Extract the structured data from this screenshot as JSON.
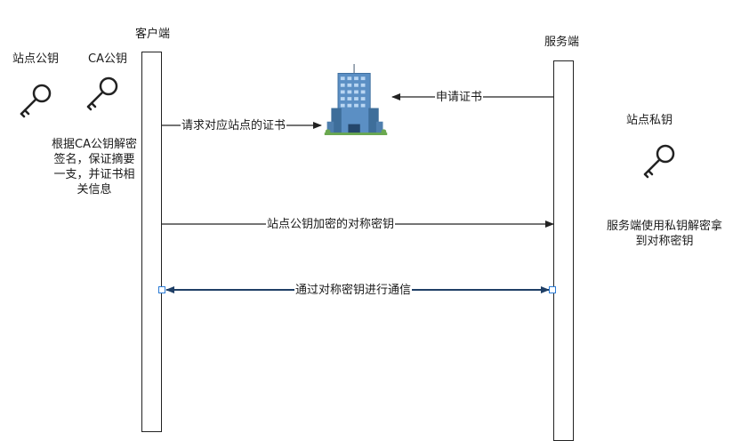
{
  "participants": {
    "client": "客户端",
    "server": "服务端"
  },
  "keys": {
    "site_public_key": "站点公钥",
    "ca_public_key": "CA公钥",
    "site_private_key": "站点私钥"
  },
  "notes": {
    "client_note_lines": [
      "根据CA公钥解密",
      "签名，保证摘要",
      "一支，并证书相",
      "关信息"
    ],
    "server_note_lines": [
      "服务端使用私钥解密拿",
      "到对称密钥"
    ]
  },
  "messages": {
    "request_cert": "申请证书",
    "request_site_cert": "请求对应站点的证书",
    "encrypted_key": "站点公钥加密的对称密钥",
    "secure_comm": "通过对称密钥进行通信"
  },
  "icons": {
    "key": "key-icon",
    "building": "building-icon"
  },
  "colors": {
    "line": "#222222",
    "secure_line": "#1f3f66",
    "handle": "#2a7bd6",
    "building_glass": "#4a8fd0",
    "building_base": "#3a6f9c"
  }
}
